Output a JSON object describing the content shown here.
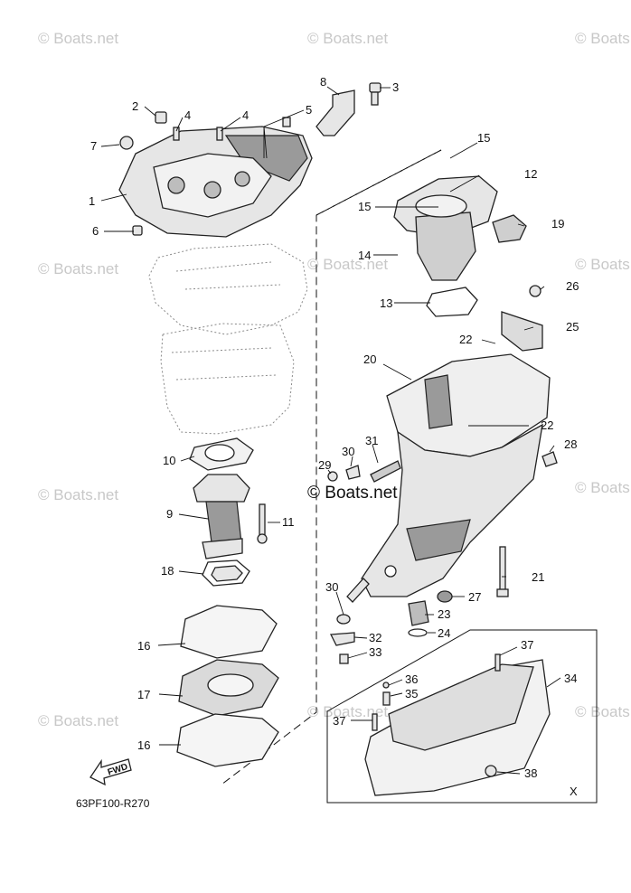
{
  "watermark": "© Boats.net",
  "drawing_code": "63PF100-R270",
  "fwd_label": "FWD",
  "inset_label": "X",
  "callouts": [
    "1",
    "2",
    "3",
    "4",
    "5",
    "6",
    "7",
    "8",
    "9",
    "10",
    "11",
    "12",
    "13",
    "14",
    "15",
    "16",
    "17",
    "18",
    "19",
    "20",
    "21",
    "22",
    "23",
    "24",
    "25",
    "26",
    "27",
    "28",
    "29",
    "30",
    "31",
    "32",
    "33",
    "34",
    "35",
    "36",
    "37",
    "38"
  ]
}
